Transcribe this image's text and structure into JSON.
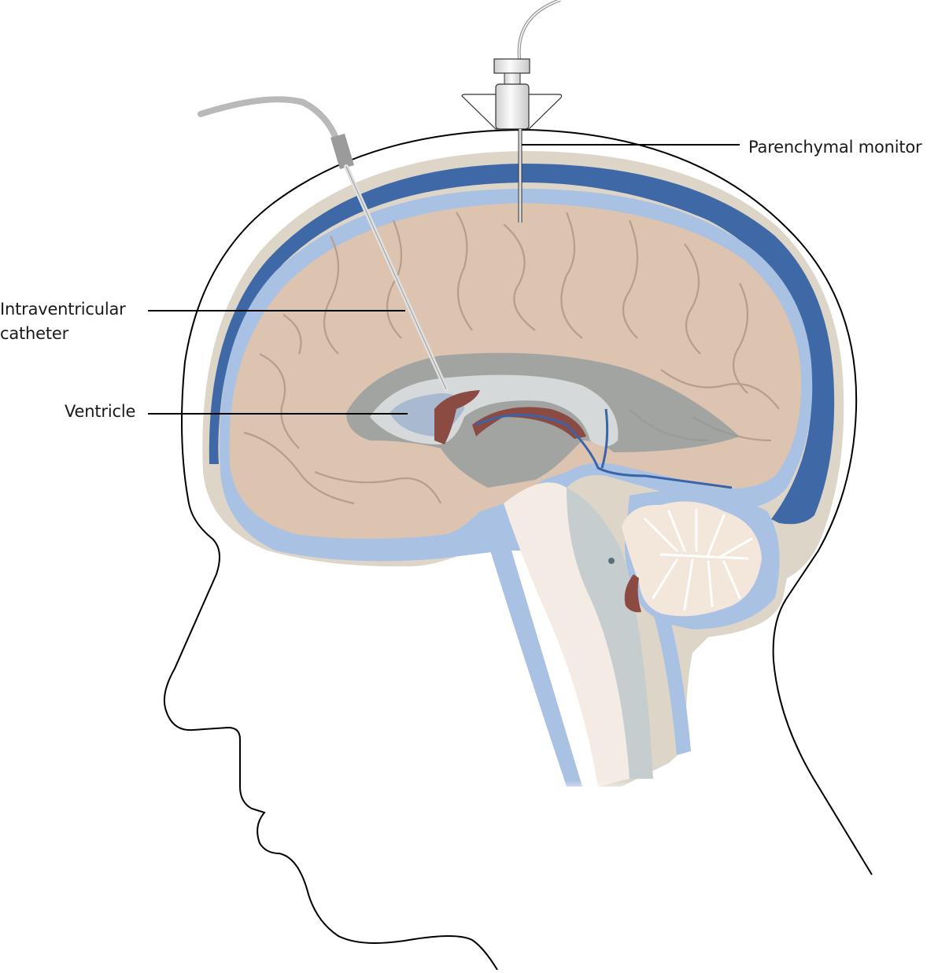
{
  "figure": {
    "subject": "Intracranial pressure monitoring - sagittal head section",
    "labels": {
      "parenchymal_monitor": "Parenchymal monitor",
      "intraventricular_line1": "Intraventricular",
      "intraventricular_line2": "catheter",
      "ventricle": "Ventricle"
    },
    "colors": {
      "outline": "#000000",
      "brain": "#dcc4b0",
      "brain_sulci": "#a88f7d",
      "csf": "#a9c1e3",
      "sinus_blue": "#3f68a6",
      "bone": "#ddd6c8",
      "ventricle_gray": "#9aa3a6",
      "choroid_plexus": "#8b4a42",
      "cerebellum": "#f3e6da",
      "device": "#e6e6e6",
      "label_text": "#1a1a1a"
    }
  }
}
